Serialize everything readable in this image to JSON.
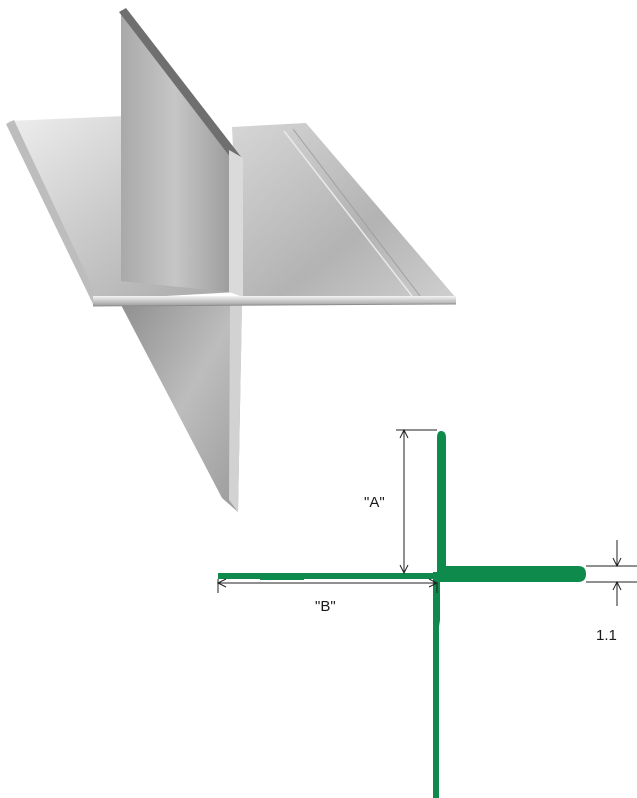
{
  "labels": {
    "dimension_a": "\"A\"",
    "dimension_b": "\"B\"",
    "thickness": "1.1"
  },
  "colors": {
    "profile": "#0d8a4c",
    "dimension_line": "#222222",
    "metal_light": "#d9d9d9",
    "metal_mid": "#b5b5b5",
    "metal_dark": "#8c8c8c"
  }
}
